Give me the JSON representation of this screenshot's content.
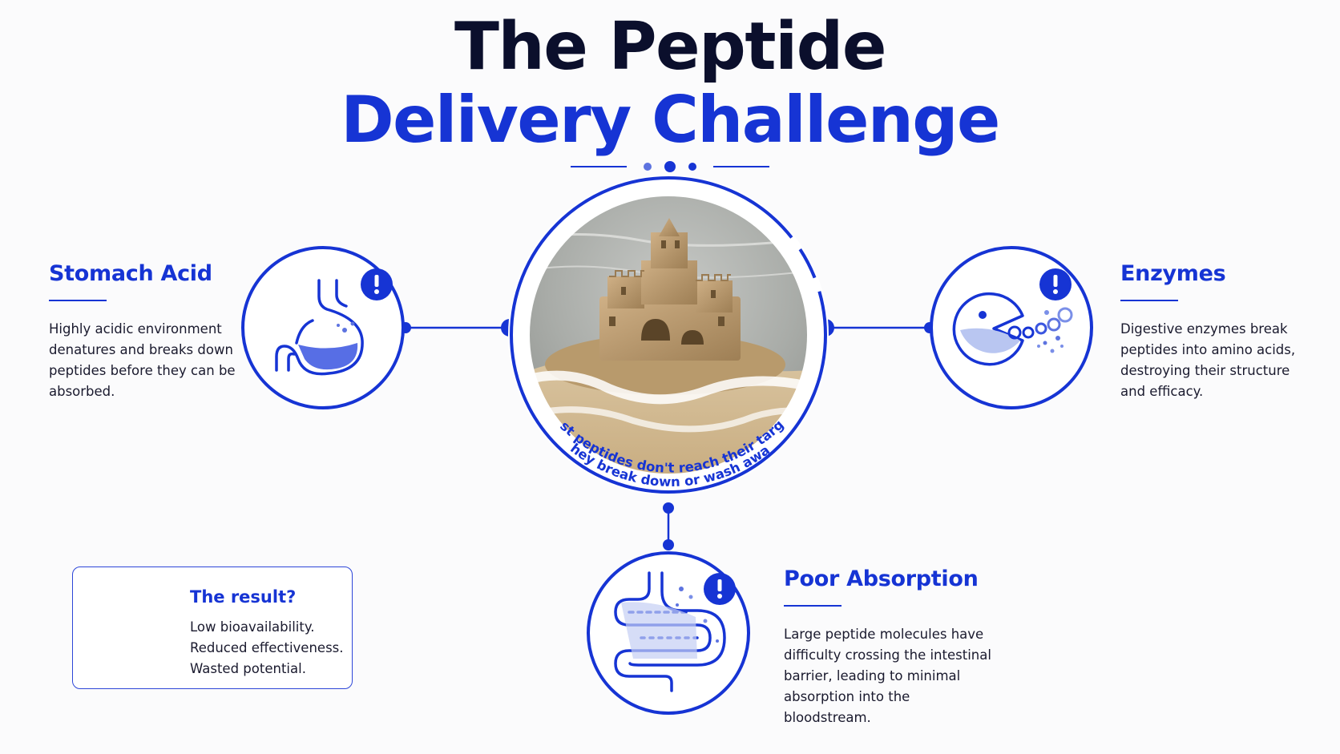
{
  "header": {
    "title_line_1": "The Peptide",
    "title_line_2": "Delivery Challenge"
  },
  "center": {
    "caption_line_1": "Most peptides don't reach their target.",
    "caption_line_2": "They break down or wash away."
  },
  "sections": {
    "stomach_acid": {
      "title": "Stomach Acid",
      "description": "Highly acidic environment denatures and breaks down peptides before they can be absorbed.",
      "icon": "stomach-icon"
    },
    "enzymes": {
      "title": "Enzymes",
      "description": "Digestive enzymes break peptides into amino acids, destroying their structure and efficacy.",
      "icon": "enzyme-pacman-icon"
    },
    "poor_absorption": {
      "title": "Poor Absorption",
      "description": "Large peptide molecules have difficulty crossing the intestinal barrier, leading to minimal absorption into the bloodstream.",
      "icon": "intestine-icon"
    }
  },
  "result": {
    "title": "The result?",
    "lines": [
      "Low bioavailability.",
      "Reduced effectiveness.",
      "Wasted potential."
    ],
    "icon": "shield-check-icon"
  },
  "colors": {
    "accent": "#1634d4",
    "title_dark": "#0b0f2c",
    "light_blue": "#a9b8ee"
  }
}
